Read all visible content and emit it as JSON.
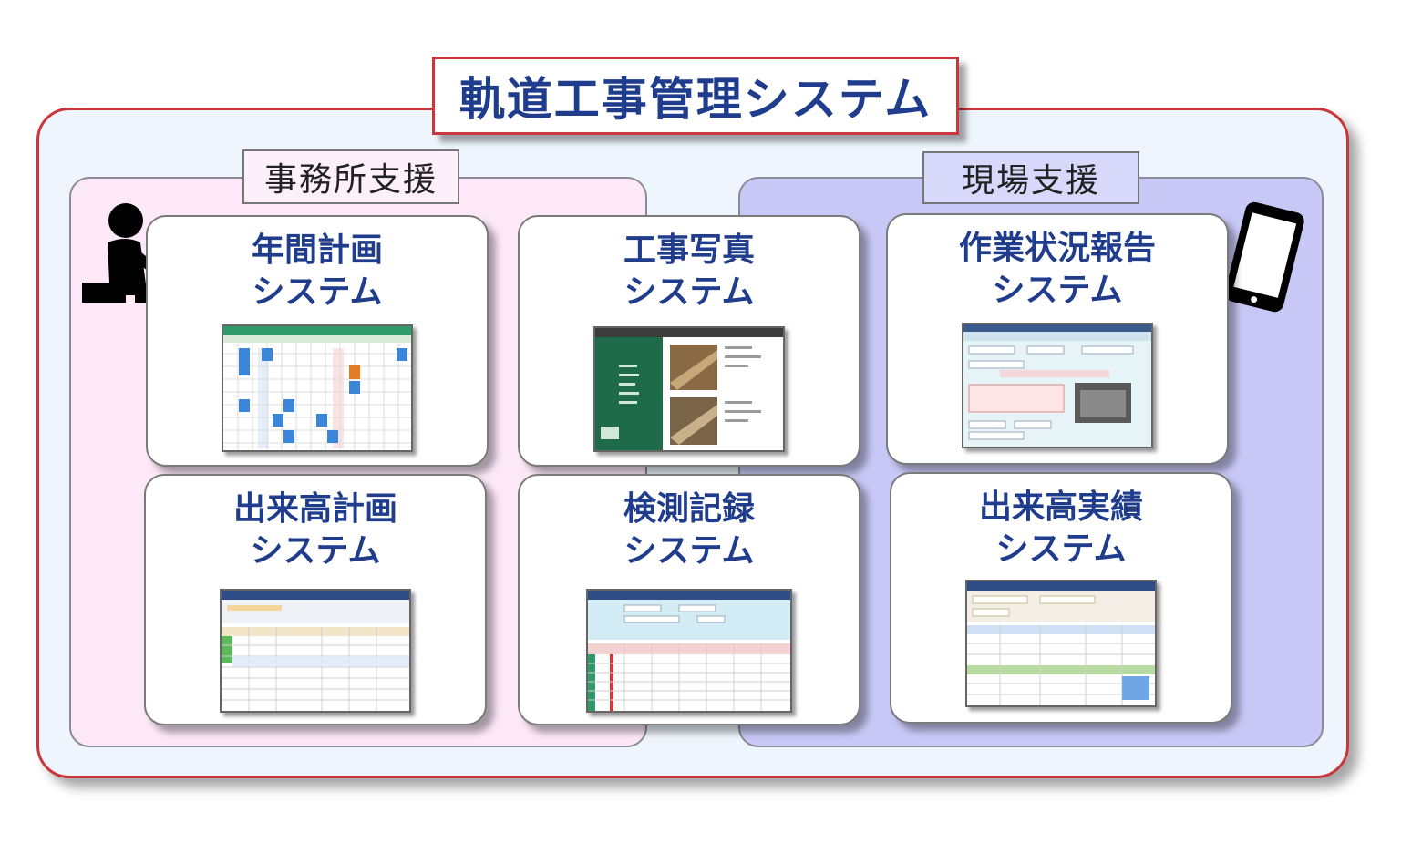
{
  "title": "軌道工事管理システム",
  "zones": {
    "office": {
      "label": "事務所支援"
    },
    "field": {
      "label": "現場支援"
    }
  },
  "cards": {
    "annual_plan": {
      "line1": "年間計画",
      "line2": "システム"
    },
    "construction_photo": {
      "line1": "工事写真",
      "line2": "システム"
    },
    "work_status": {
      "line1": "作業状況報告",
      "line2": "システム"
    },
    "output_plan": {
      "line1": "出来高計画",
      "line2": "システム"
    },
    "inspection_record": {
      "line1": "検測記録",
      "line2": "システム"
    },
    "output_actual": {
      "line1": "出来高実績",
      "line2": "システム"
    }
  },
  "colors": {
    "frame_border": "#c9363c",
    "title_text": "#1f3d8c",
    "office_zone": "#fde8f8",
    "field_zone": "#c8c8f6",
    "outer_bg": "#eef5fc"
  },
  "icons": {
    "office": "person-at-laptop-icon",
    "field": "tablet-icon"
  }
}
